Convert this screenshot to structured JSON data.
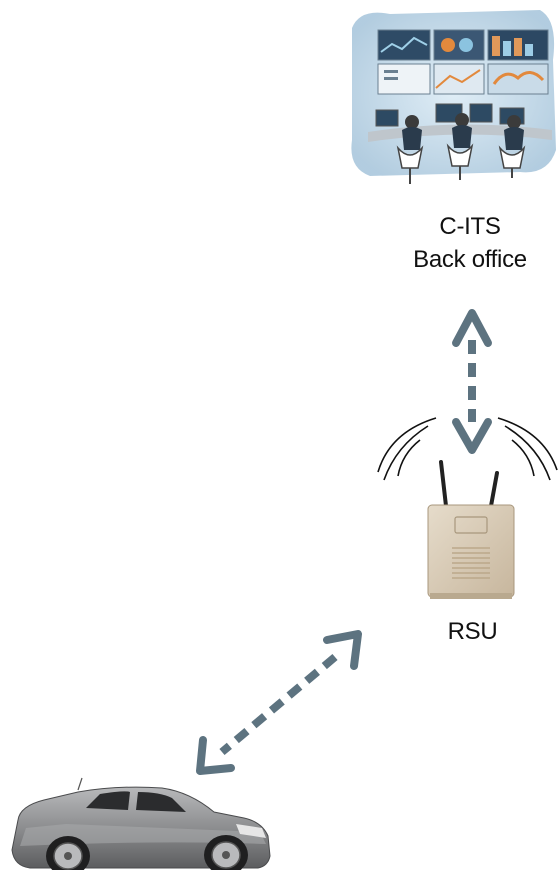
{
  "nodes": {
    "back_office": {
      "label_line1": "C-ITS",
      "label_line2": "Back office",
      "icon": "control-room-icon"
    },
    "rsu": {
      "label": "RSU",
      "icon": "roadside-unit-icon"
    },
    "vehicle": {
      "icon": "car-icon"
    }
  },
  "links": [
    {
      "from": "back_office",
      "to": "rsu",
      "style": "dashed",
      "direction": "bidirectional"
    },
    {
      "from": "rsu",
      "to": "vehicle",
      "style": "dashed",
      "direction": "bidirectional"
    }
  ],
  "colors": {
    "arrow": "#5d7380",
    "text": "#111111",
    "rsu_box": "#d8cbb7",
    "car_body": "#8e8f91"
  }
}
